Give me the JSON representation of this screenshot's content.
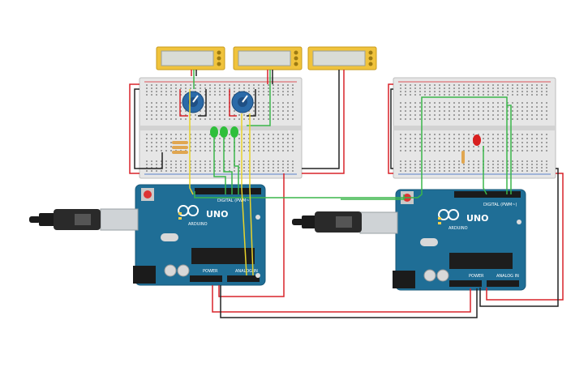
{
  "board_left": {
    "logo_text": "UNO",
    "brand_text": "ARDUINO",
    "digital_label": "DIGITAL (PWM~)",
    "power_label": "POWER",
    "analog_label": "ANALOG IN"
  },
  "board_right": {
    "logo_text": "UNO",
    "brand_text": "ARDUINO",
    "digital_label": "DIGITAL (PWM~)",
    "power_label": "POWER",
    "analog_label": "ANALOG IN"
  },
  "colors": {
    "board": "#1f6e96",
    "breadboard": "#e6e6e6",
    "lcd": "#f0c33c",
    "wire_red": "#d8232a",
    "wire_black": "#222222",
    "wire_green": "#3ab54a",
    "wire_yellow": "#e8d32a",
    "led_green": "#2fbf3b",
    "led_red": "#d81e1e",
    "pot": "#2b6aa8"
  }
}
